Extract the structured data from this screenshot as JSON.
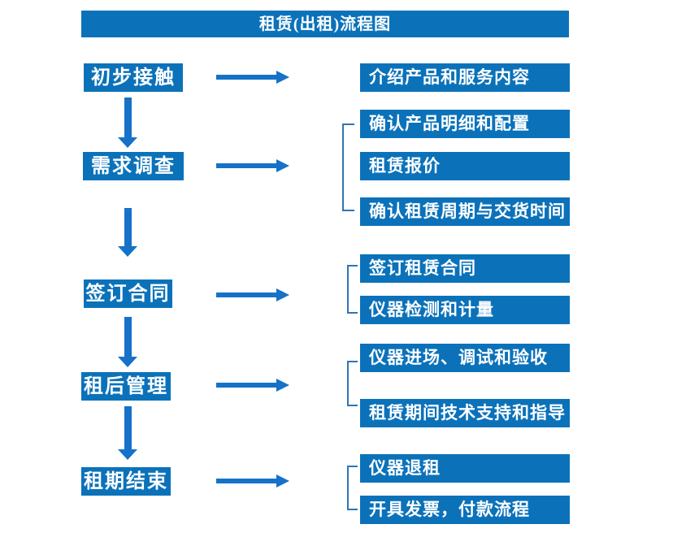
{
  "title": "租赁(出租)流程图",
  "colors": {
    "box_fill": "#0b72ba",
    "arrow": "#1572c8",
    "bracket": "#2e75b6",
    "text": "#ffffff",
    "background": "#ffffff"
  },
  "steps": [
    {
      "label": "初步接触",
      "subs": [
        "介绍产品和服务内容"
      ]
    },
    {
      "label": "需求调查",
      "subs": [
        "确认产品明细和配置",
        "租赁报价",
        "确认租赁周期与交货时间"
      ]
    },
    {
      "label": "签订合同",
      "subs": [
        "签订租赁合同",
        "仪器检测和计量"
      ]
    },
    {
      "label": "租后管理",
      "subs": [
        "仪器进场、调试和验收",
        "租赁期间技术支持和指导"
      ]
    },
    {
      "label": "租期结束",
      "subs": [
        "仪器退租",
        "开具发票，付款流程"
      ]
    }
  ]
}
